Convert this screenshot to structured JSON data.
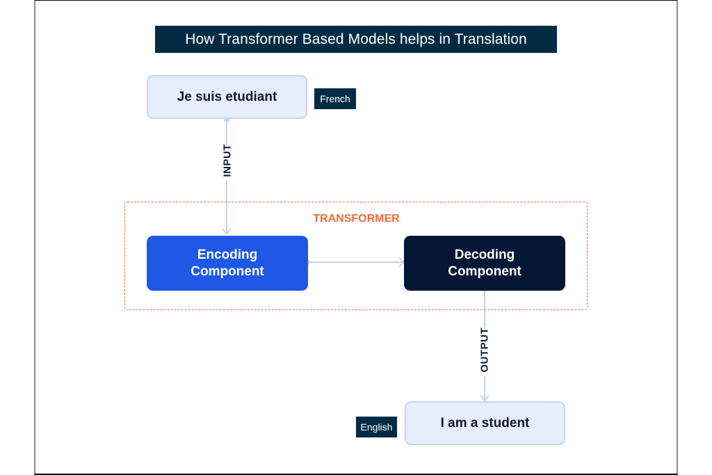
{
  "title": "How Transformer Based Models helps in Translation",
  "input_node": {
    "text": "Je suis etudiant",
    "language_tag": "French"
  },
  "output_node": {
    "text": "I am a student",
    "language_tag": "English"
  },
  "transformer": {
    "label": "TRANSFORMER",
    "encoder": {
      "line1": "Encoding",
      "line2": "Component"
    },
    "decoder": {
      "line1": "Decoding",
      "line2": "Component"
    }
  },
  "edges": {
    "input_label": "INPUT",
    "output_label": "OUTPUT"
  },
  "colors": {
    "title_bg": "#042b44",
    "light_node_bg": "#e6edfb",
    "light_node_border": "#c4d4f6",
    "encoder_bg": "#2058e6",
    "decoder_bg": "#031634",
    "transformer_accent": "#ef6a3a",
    "connector": "#c4d4f6"
  }
}
